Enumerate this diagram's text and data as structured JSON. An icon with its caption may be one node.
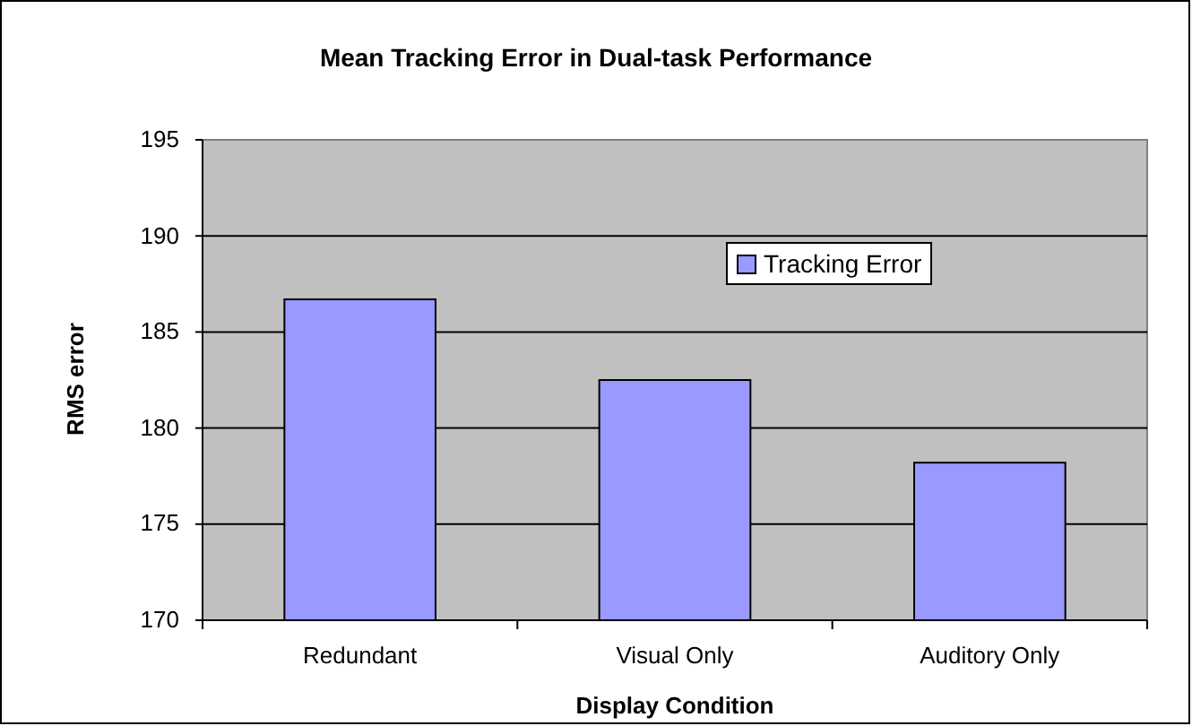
{
  "diagram": {
    "chart_data": {
      "type": "bar",
      "title": "Mean Tracking Error in Dual-task Performance",
      "xlabel": "Display Condition",
      "ylabel": "RMS error",
      "categories": [
        "Redundant",
        "Visual Only",
        "Auditory Only"
      ],
      "series": [
        {
          "name": "Tracking Error",
          "color": "#9999ff",
          "values": [
            186.7,
            182.5,
            178.2
          ]
        }
      ],
      "ylim": [
        170,
        195
      ],
      "grid": true,
      "yticks": [
        170,
        175,
        180,
        185,
        190,
        195
      ]
    }
  }
}
